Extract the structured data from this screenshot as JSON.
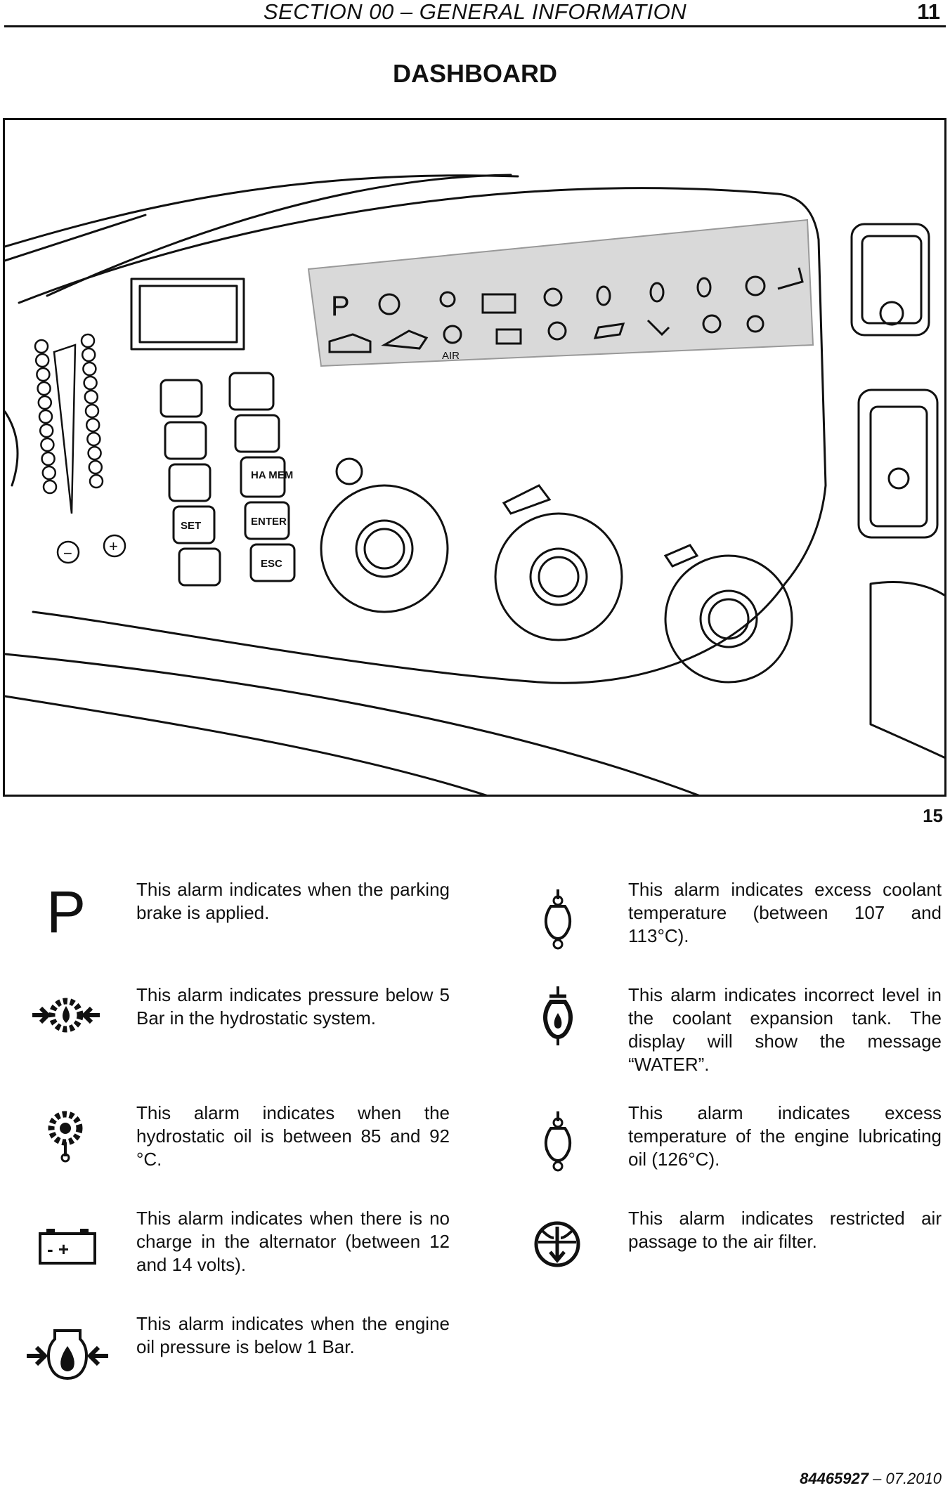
{
  "header": {
    "section_title": "SECTION 00 – GENERAL INFORMATION",
    "page_number": "11"
  },
  "title": "DASHBOARD",
  "figure": {
    "number": "15",
    "labels": {
      "display_P": "P",
      "air": "AIR",
      "set": "SET",
      "ha_mem": "HA MEM",
      "enter": "ENTER",
      "esc": "ESC",
      "minus": "−",
      "plus": "+"
    }
  },
  "alarms": [
    {
      "icon": "parking-brake-icon",
      "symbol": "P",
      "text": "This alarm indicates when the parking brake is applied."
    },
    {
      "icon": "hydrostatic-pressure-icon",
      "text": "This alarm indicates pressure below 5 Bar in the hydrostatic system."
    },
    {
      "icon": "hydrostatic-oil-temp-icon",
      "text": "This alarm indicates when the hydrostatic oil is between 85 and 92 °C."
    },
    {
      "icon": "battery-icon",
      "symbol": "- +",
      "text": "This alarm indicates when there is no charge in the alternator (between 12 and 14 volts)."
    },
    {
      "icon": "engine-oil-pressure-icon",
      "text": "This alarm indicates when the engine oil pressure is below 1 Bar."
    },
    {
      "icon": "coolant-temperature-icon",
      "text": "This alarm indicates excess coolant temperature (between 107 and 113°C)."
    },
    {
      "icon": "coolant-level-icon",
      "text": "This alarm indicates incorrect level in the coolant expansion tank. The display will show the message “WATER”."
    },
    {
      "icon": "engine-oil-temperature-icon",
      "text": "This alarm indicates excess temperature of the engine lubricating oil (126°C)."
    },
    {
      "icon": "air-filter-icon",
      "text": "This alarm indicates restricted air passage to the air filter."
    }
  ],
  "footer": {
    "doc_number": "84465927",
    "date": "– 07.2010"
  }
}
